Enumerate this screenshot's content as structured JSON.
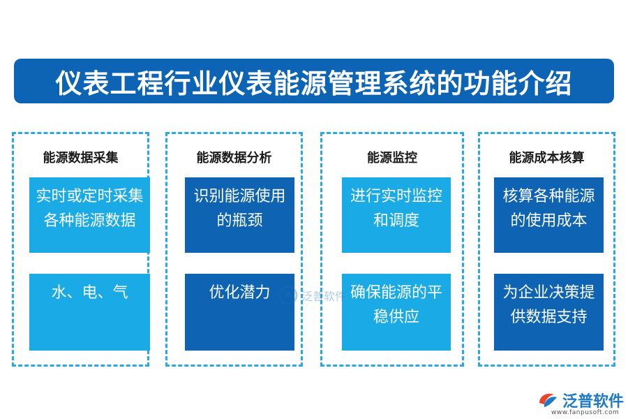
{
  "title": "仪表工程行业仪表能源管理系统的功能介绍",
  "columns": [
    {
      "title": "能源数据采集",
      "top_box": "实时或定时采集各种能源数据",
      "bottom_box": "水、电、气"
    },
    {
      "title": "能源数据分析",
      "top_box": "识别能源使用的瓶颈",
      "bottom_box": "优化潜力"
    },
    {
      "title": "能源监控",
      "top_box": "进行实时监控和调度",
      "bottom_box": "确保能源的平稳供应"
    },
    {
      "title": "能源成本核算",
      "top_box": "核算各种能源的使用成本",
      "bottom_box": "为企业决策提供数据支持"
    }
  ],
  "watermark": {
    "text": "泛普软件"
  },
  "logo": {
    "text": "泛普软件",
    "url": "www.fanpusoft.com"
  },
  "colors": {
    "banner": "#0d64b4",
    "light_box": "#1aabe6",
    "dark_box": "#0e64b3",
    "dash": "#2aa7e4"
  }
}
